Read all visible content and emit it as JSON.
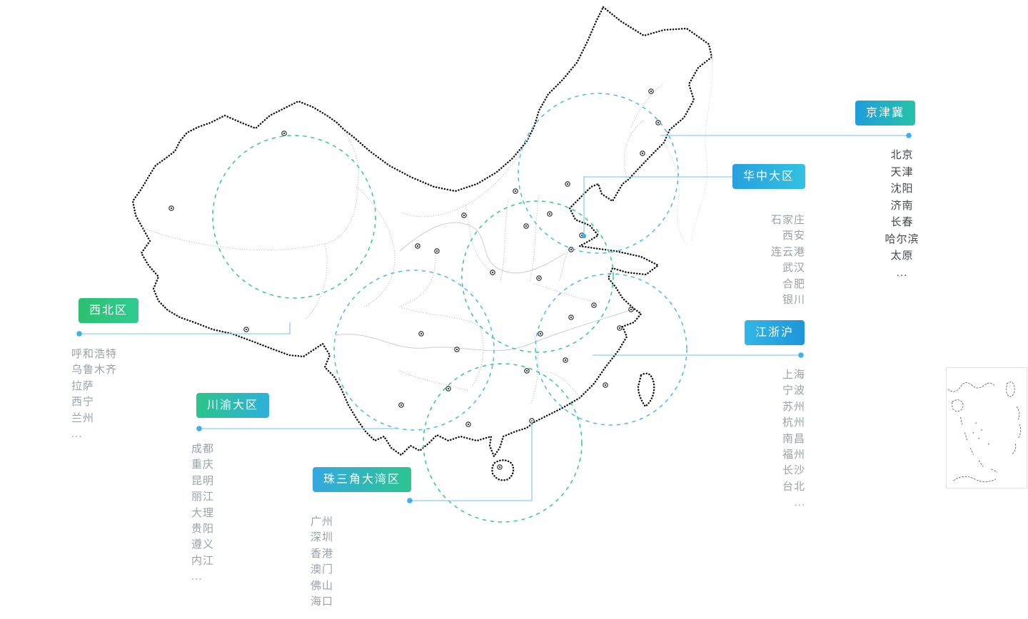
{
  "page": {
    "background": "#ffffff",
    "accent_blue": "#3eb0ea",
    "accent_green": "#3ecb8e"
  },
  "regions": [
    {
      "id": "jingjinji",
      "label": "京津冀",
      "gradient": [
        "#1f9ddc",
        "#26c3a8"
      ],
      "circle_color": "#54bbea",
      "list_color": "#43474d",
      "cities": [
        "北京",
        "天津",
        "沈阳",
        "济南",
        "长春",
        "哈尔滨",
        "太原",
        "..."
      ]
    },
    {
      "id": "huazhong",
      "label": "华中大区",
      "gradient": [
        "#289fde",
        "#32c2e0"
      ],
      "circle_color": "#3ecb8e",
      "list_color": "#99a2aa",
      "cities": [
        "石家庄",
        "西安",
        "连云港",
        "武汉",
        "合肥",
        "银川"
      ]
    },
    {
      "id": "jiangzhehu",
      "label": "江浙沪",
      "gradient": [
        "#31b7e8",
        "#1e95d8"
      ],
      "circle_color": "#54bbea",
      "list_color": "#99a2aa",
      "cities": [
        "上海",
        "宁波",
        "苏州",
        "杭州",
        "南昌",
        "福州",
        "长沙",
        "台北",
        "..."
      ]
    },
    {
      "id": "xibei",
      "label": "西北区",
      "gradient": [
        "#2cc06e",
        "#2fcb92"
      ],
      "circle_color": "#3ecb8e",
      "list_color": "#99a2aa",
      "cities": [
        "呼和浩特",
        "乌鲁木齐",
        "拉萨",
        "西宁",
        "兰州",
        "..."
      ]
    },
    {
      "id": "chuanyu",
      "label": "川渝大区",
      "gradient": [
        "#2bc48b",
        "#2fb0da"
      ],
      "circle_color": "#54bbea",
      "list_color": "#99a2aa",
      "cities": [
        "成都",
        "重庆",
        "昆明",
        "丽江",
        "大理",
        "贵阳",
        "遵义",
        "内江",
        "..."
      ]
    },
    {
      "id": "zhusanjiao",
      "label": "珠三角大湾区",
      "gradient": [
        "#34a9e0",
        "#2cc490"
      ],
      "circle_color": "#3ecb8e",
      "list_color": "#99a2aa",
      "cities": [
        "广州",
        "深圳",
        "香港",
        "澳门",
        "佛山",
        "海口",
        "..."
      ]
    }
  ]
}
